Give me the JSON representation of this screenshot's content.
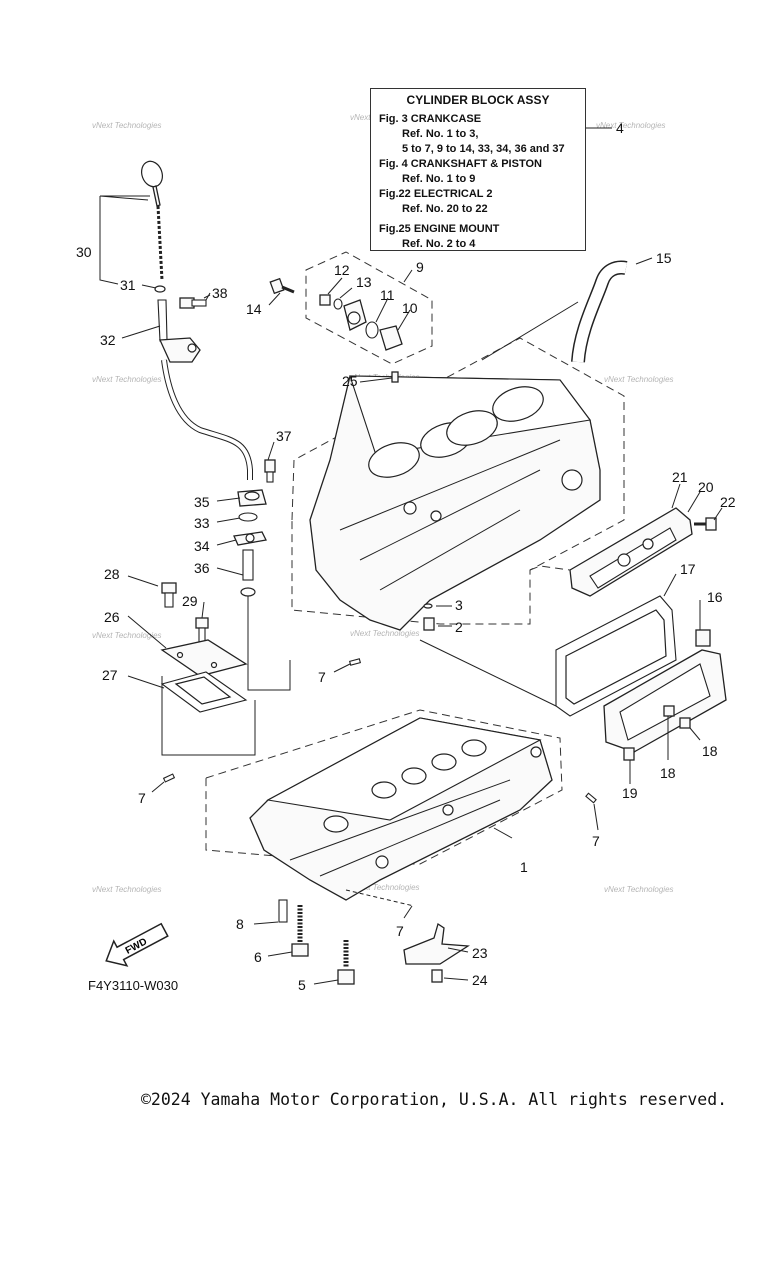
{
  "reference_box": {
    "title": "CYLINDER BLOCK ASSY",
    "entries": [
      {
        "fig": "Fig.  3 CRANKCASE",
        "refs": [
          "Ref. No. 1 to 3,",
          "5 to 7, 9 to 14, 33, 34, 36 and 37"
        ]
      },
      {
        "fig": "Fig.  4 CRANKSHAFT & PISTON",
        "refs": [
          "Ref. No. 1 to 9"
        ]
      },
      {
        "fig": "Fig.22 ELECTRICAL 2",
        "refs": [
          "Ref. No. 20 to 22"
        ]
      },
      {
        "fig": "Fig.25 ENGINE MOUNT",
        "refs": [
          "Ref. No. 2 to 4"
        ]
      }
    ]
  },
  "callouts": {
    "c1": "1",
    "c2": "2",
    "c3": "3",
    "c4": "4",
    "c5": "5",
    "c6": "6",
    "c7": "7",
    "c8": "8",
    "c9": "9",
    "c10": "10",
    "c11": "11",
    "c12": "12",
    "c13": "13",
    "c14": "14",
    "c15": "15",
    "c16": "16",
    "c17": "17",
    "c18": "18",
    "c19": "19",
    "c20": "20",
    "c21": "21",
    "c22": "22",
    "c23": "23",
    "c24": "24",
    "c25": "25",
    "c26": "26",
    "c27": "27",
    "c28": "28",
    "c29": "29",
    "c30": "30",
    "c31": "31",
    "c32": "32",
    "c33": "33",
    "c34": "34",
    "c35": "35",
    "c36": "36",
    "c37": "37",
    "c38": "38"
  },
  "fwd_label": "FWD",
  "diagram_code": "F4Y3110-W030",
  "watermark": [
    "vNext Technologies",
    "Technologies"
  ],
  "copyright": "©2024 Yamaha Motor Corporation, U.S.A. All rights reserved."
}
